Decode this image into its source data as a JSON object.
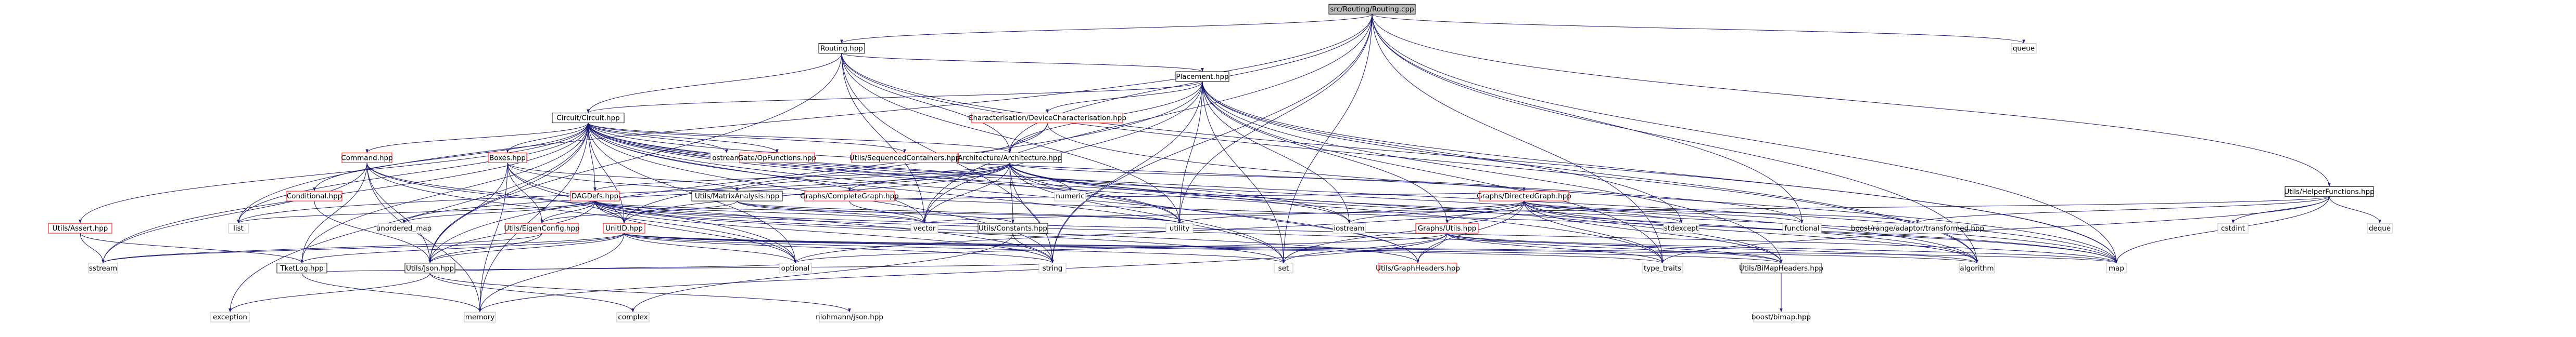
{
  "colors": {
    "root_fill": "#bfbfbf",
    "node_fill": "#ffffff",
    "node_border": "#000000",
    "node_border_dim": "#bfbfbf",
    "link_text": "#000000",
    "red_border": "#ff0000",
    "edge": "#191970"
  },
  "nodes": [
    {
      "id": "root",
      "label": "src/Routing/Routing.cpp",
      "root": true
    },
    {
      "id": "routing_hpp",
      "label": "Routing.hpp"
    },
    {
      "id": "queue",
      "label": "queue",
      "dim": true
    },
    {
      "id": "placement",
      "label": "Placement.hpp"
    },
    {
      "id": "circuit",
      "label": "Circuit/Circuit.hpp"
    },
    {
      "id": "char_hpp",
      "label": "Characterisation/DeviceCharacterisation.hpp",
      "red": true
    },
    {
      "id": "arch",
      "label": "Architecture/Architecture.hpp"
    },
    {
      "id": "helper",
      "label": "Utils/HelperFunctions.hpp"
    },
    {
      "id": "command",
      "label": "Command.hpp",
      "red": true
    },
    {
      "id": "boxes",
      "label": "Boxes.hpp",
      "red": true
    },
    {
      "id": "ostream",
      "label": "ostream",
      "dim": true
    },
    {
      "id": "gateopfn",
      "label": "Gate/OpFunctions.hpp",
      "red": true
    },
    {
      "id": "seqcont",
      "label": "Utils/SequencedContainers.hpp",
      "red": true
    },
    {
      "id": "conditional",
      "label": "Conditional.hpp",
      "red": true
    },
    {
      "id": "uassert",
      "label": "Utils/Assert.hpp",
      "red": true
    },
    {
      "id": "dagdefs",
      "label": "DAGDefs.hpp",
      "red": true
    },
    {
      "id": "matrix",
      "label": "Utils/MatrixAnalysis.hpp"
    },
    {
      "id": "compgraph",
      "label": "Graphs/CompleteGraph.hpp",
      "red": true
    },
    {
      "id": "numeric",
      "label": "numeric",
      "dim": true
    },
    {
      "id": "digraph",
      "label": "Graphs/DirectedGraph.hpp",
      "red": true
    },
    {
      "id": "unitid",
      "label": "UnitID.hpp",
      "red": true
    },
    {
      "id": "eigen",
      "label": "Utils/EigenConfig.hpp",
      "red": true
    },
    {
      "id": "uconst",
      "label": "Utils/Constants.hpp"
    },
    {
      "id": "gutils",
      "label": "Graphs/Utils.hpp",
      "red": true
    },
    {
      "id": "unordered",
      "label": "unordered_map",
      "dim": true
    },
    {
      "id": "list",
      "label": "list",
      "dim": true
    },
    {
      "id": "vector",
      "label": "vector",
      "dim": true
    },
    {
      "id": "utility",
      "label": "utility",
      "dim": true
    },
    {
      "id": "iostream",
      "label": "iostream",
      "dim": true
    },
    {
      "id": "stdexcept",
      "label": "stdexcept",
      "dim": true
    },
    {
      "id": "functional",
      "label": "functional",
      "dim": true
    },
    {
      "id": "boostrange",
      "label": "boost/range/adaptor/transformed.hpp",
      "dim": true
    },
    {
      "id": "cstdint",
      "label": "cstdint",
      "dim": true
    },
    {
      "id": "deque",
      "label": "deque",
      "dim": true
    },
    {
      "id": "sstream",
      "label": "sstream",
      "dim": true
    },
    {
      "id": "tketlog",
      "label": "TketLog.hpp"
    },
    {
      "id": "ujson",
      "label": "Utils/Json.hpp"
    },
    {
      "id": "optional",
      "label": "optional",
      "dim": true
    },
    {
      "id": "string",
      "label": "string",
      "dim": true
    },
    {
      "id": "set",
      "label": "set",
      "dim": true
    },
    {
      "id": "ugh",
      "label": "Utils/GraphHeaders.hpp",
      "red": true
    },
    {
      "id": "typetraits",
      "label": "type_traits",
      "dim": true
    },
    {
      "id": "bimap",
      "label": "Utils/BiMapHeaders.hpp"
    },
    {
      "id": "algorithm",
      "label": "algorithm",
      "dim": true
    },
    {
      "id": "map",
      "label": "map",
      "dim": true
    },
    {
      "id": "exception",
      "label": "exception",
      "dim": true
    },
    {
      "id": "memory",
      "label": "memory",
      "dim": true
    },
    {
      "id": "complex",
      "label": "complex",
      "dim": true
    },
    {
      "id": "nlohmann",
      "label": "nlohmann/json.hpp",
      "dim": true
    },
    {
      "id": "boostbimap",
      "label": "boost/bimap.hpp",
      "dim": true
    }
  ],
  "edges": [
    [
      "root",
      "routing_hpp"
    ],
    [
      "root",
      "queue"
    ],
    [
      "root",
      "arch"
    ],
    [
      "root",
      "helper"
    ],
    [
      "root",
      "vector"
    ],
    [
      "root",
      "utility"
    ],
    [
      "root",
      "string"
    ],
    [
      "root",
      "list"
    ],
    [
      "root",
      "algorithm"
    ],
    [
      "root",
      "map"
    ],
    [
      "root",
      "functional"
    ],
    [
      "root",
      "typetraits"
    ],
    [
      "root",
      "set"
    ],
    [
      "routing_hpp",
      "placement"
    ],
    [
      "routing_hpp",
      "circuit"
    ],
    [
      "routing_hpp",
      "arch"
    ],
    [
      "routing_hpp",
      "vector"
    ],
    [
      "routing_hpp",
      "utility"
    ],
    [
      "routing_hpp",
      "string"
    ],
    [
      "routing_hpp",
      "map"
    ],
    [
      "routing_hpp",
      "algorithm"
    ],
    [
      "routing_hpp",
      "ujson"
    ],
    [
      "placement",
      "circuit"
    ],
    [
      "placement",
      "char_hpp"
    ],
    [
      "placement",
      "arch"
    ],
    [
      "placement",
      "gutils"
    ],
    [
      "placement",
      "bimap"
    ],
    [
      "placement",
      "map"
    ],
    [
      "placement",
      "algorithm"
    ],
    [
      "placement",
      "vector"
    ],
    [
      "placement",
      "utility"
    ],
    [
      "placement",
      "iostream"
    ],
    [
      "placement",
      "stdexcept"
    ],
    [
      "placement",
      "ujson"
    ],
    [
      "placement",
      "set"
    ],
    [
      "placement",
      "string"
    ],
    [
      "placement",
      "typetraits"
    ],
    [
      "char_hpp",
      "arch"
    ],
    [
      "char_hpp",
      "map"
    ],
    [
      "char_hpp",
      "unitid"
    ],
    [
      "circuit",
      "command"
    ],
    [
      "circuit",
      "boxes"
    ],
    [
      "circuit",
      "ostream"
    ],
    [
      "circuit",
      "gateopfn"
    ],
    [
      "circuit",
      "seqcont"
    ],
    [
      "circuit",
      "conditional"
    ],
    [
      "circuit",
      "uassert"
    ],
    [
      "circuit",
      "dagdefs"
    ],
    [
      "circuit",
      "unitid"
    ],
    [
      "circuit",
      "arch"
    ],
    [
      "circuit",
      "vector"
    ],
    [
      "circuit",
      "list"
    ],
    [
      "circuit",
      "utility"
    ],
    [
      "circuit",
      "tketlog"
    ],
    [
      "circuit",
      "ujson"
    ],
    [
      "circuit",
      "exception"
    ],
    [
      "circuit",
      "memory"
    ],
    [
      "circuit",
      "sstream"
    ],
    [
      "circuit",
      "set"
    ],
    [
      "circuit",
      "map"
    ],
    [
      "circuit",
      "functional"
    ],
    [
      "circuit",
      "string"
    ],
    [
      "circuit",
      "typetraits"
    ],
    [
      "circuit",
      "bimap"
    ],
    [
      "circuit",
      "iostream"
    ],
    [
      "circuit",
      "algorithm"
    ],
    [
      "circuit",
      "ugh"
    ],
    [
      "circuit",
      "optional"
    ],
    [
      "arch",
      "dagdefs"
    ],
    [
      "arch",
      "matrix"
    ],
    [
      "arch",
      "compgraph"
    ],
    [
      "arch",
      "numeric"
    ],
    [
      "arch",
      "digraph"
    ],
    [
      "arch",
      "unitid"
    ],
    [
      "arch",
      "uconst"
    ],
    [
      "arch",
      "ugh"
    ],
    [
      "arch",
      "vector"
    ],
    [
      "arch",
      "utility"
    ],
    [
      "arch",
      "set"
    ],
    [
      "arch",
      "map"
    ],
    [
      "arch",
      "string"
    ],
    [
      "arch",
      "algorithm"
    ],
    [
      "arch",
      "iostream"
    ],
    [
      "arch",
      "unordered"
    ],
    [
      "arch",
      "list"
    ],
    [
      "helper",
      "map"
    ],
    [
      "helper",
      "boostrange"
    ],
    [
      "helper",
      "cstdint"
    ],
    [
      "helper",
      "deque"
    ],
    [
      "helper",
      "typetraits"
    ],
    [
      "helper",
      "vector"
    ],
    [
      "command",
      "unitid"
    ],
    [
      "command",
      "tketlog"
    ],
    [
      "command",
      "ujson"
    ],
    [
      "command",
      "sstream"
    ],
    [
      "command",
      "optional"
    ],
    [
      "command",
      "string"
    ],
    [
      "command",
      "memory"
    ],
    [
      "boxes",
      "unitid"
    ],
    [
      "boxes",
      "eigen"
    ],
    [
      "boxes",
      "matrix"
    ],
    [
      "boxes",
      "ujson"
    ],
    [
      "boxes",
      "memory"
    ],
    [
      "boxes",
      "map"
    ],
    [
      "boxes",
      "optional"
    ],
    [
      "conditional",
      "ujson"
    ],
    [
      "uassert",
      "sstream"
    ],
    [
      "uassert",
      "tketlog"
    ],
    [
      "dagdefs",
      "unitid"
    ],
    [
      "dagdefs",
      "eigen"
    ],
    [
      "dagdefs",
      "ujson"
    ],
    [
      "dagdefs",
      "ugh"
    ],
    [
      "dagdefs",
      "list"
    ],
    [
      "dagdefs",
      "unordered"
    ],
    [
      "dagdefs",
      "map"
    ],
    [
      "dagdefs",
      "set"
    ],
    [
      "dagdefs",
      "string"
    ],
    [
      "dagdefs",
      "optional"
    ],
    [
      "dagdefs",
      "utility"
    ],
    [
      "dagdefs",
      "vector"
    ],
    [
      "dagdefs",
      "bimap"
    ],
    [
      "matrix",
      "eigen"
    ],
    [
      "matrix",
      "uconst"
    ],
    [
      "matrix",
      "vector"
    ],
    [
      "matrix",
      "utility"
    ],
    [
      "compgraph",
      "digraph"
    ],
    [
      "compgraph",
      "vector"
    ],
    [
      "digraph",
      "gutils"
    ],
    [
      "digraph",
      "ugh"
    ],
    [
      "digraph",
      "bimap"
    ],
    [
      "digraph",
      "iostream"
    ],
    [
      "digraph",
      "stdexcept"
    ],
    [
      "digraph",
      "functional"
    ],
    [
      "digraph",
      "boostrange"
    ],
    [
      "digraph",
      "map"
    ],
    [
      "digraph",
      "optional"
    ],
    [
      "digraph",
      "set"
    ],
    [
      "digraph",
      "typetraits"
    ],
    [
      "digraph",
      "algorithm"
    ],
    [
      "digraph",
      "utility"
    ],
    [
      "unitid",
      "ujson"
    ],
    [
      "unitid",
      "tketlog"
    ],
    [
      "unitid",
      "bimap"
    ],
    [
      "unitid",
      "optional"
    ],
    [
      "unitid",
      "string"
    ],
    [
      "unitid",
      "set"
    ],
    [
      "unitid",
      "map"
    ],
    [
      "unitid",
      "sstream"
    ],
    [
      "unitid",
      "typetraits"
    ],
    [
      "unitid",
      "memory"
    ],
    [
      "unitid",
      "algorithm"
    ],
    [
      "eigen",
      "ujson"
    ],
    [
      "eigen",
      "sstream"
    ],
    [
      "uconst",
      "complex"
    ],
    [
      "uconst",
      "string"
    ],
    [
      "gutils",
      "ugh"
    ],
    [
      "gutils",
      "set"
    ],
    [
      "gutils",
      "bimap"
    ],
    [
      "gutils",
      "map"
    ],
    [
      "gutils",
      "typetraits"
    ],
    [
      "gutils",
      "algorithm"
    ],
    [
      "gutils",
      "memory"
    ],
    [
      "gutils",
      "optional"
    ],
    [
      "tketlog",
      "memory"
    ],
    [
      "tketlog",
      "string"
    ],
    [
      "ujson",
      "nlohmann"
    ],
    [
      "ujson",
      "exception"
    ],
    [
      "ujson",
      "complex"
    ],
    [
      "ujson",
      "optional"
    ],
    [
      "bimap",
      "boostbimap"
    ]
  ]
}
